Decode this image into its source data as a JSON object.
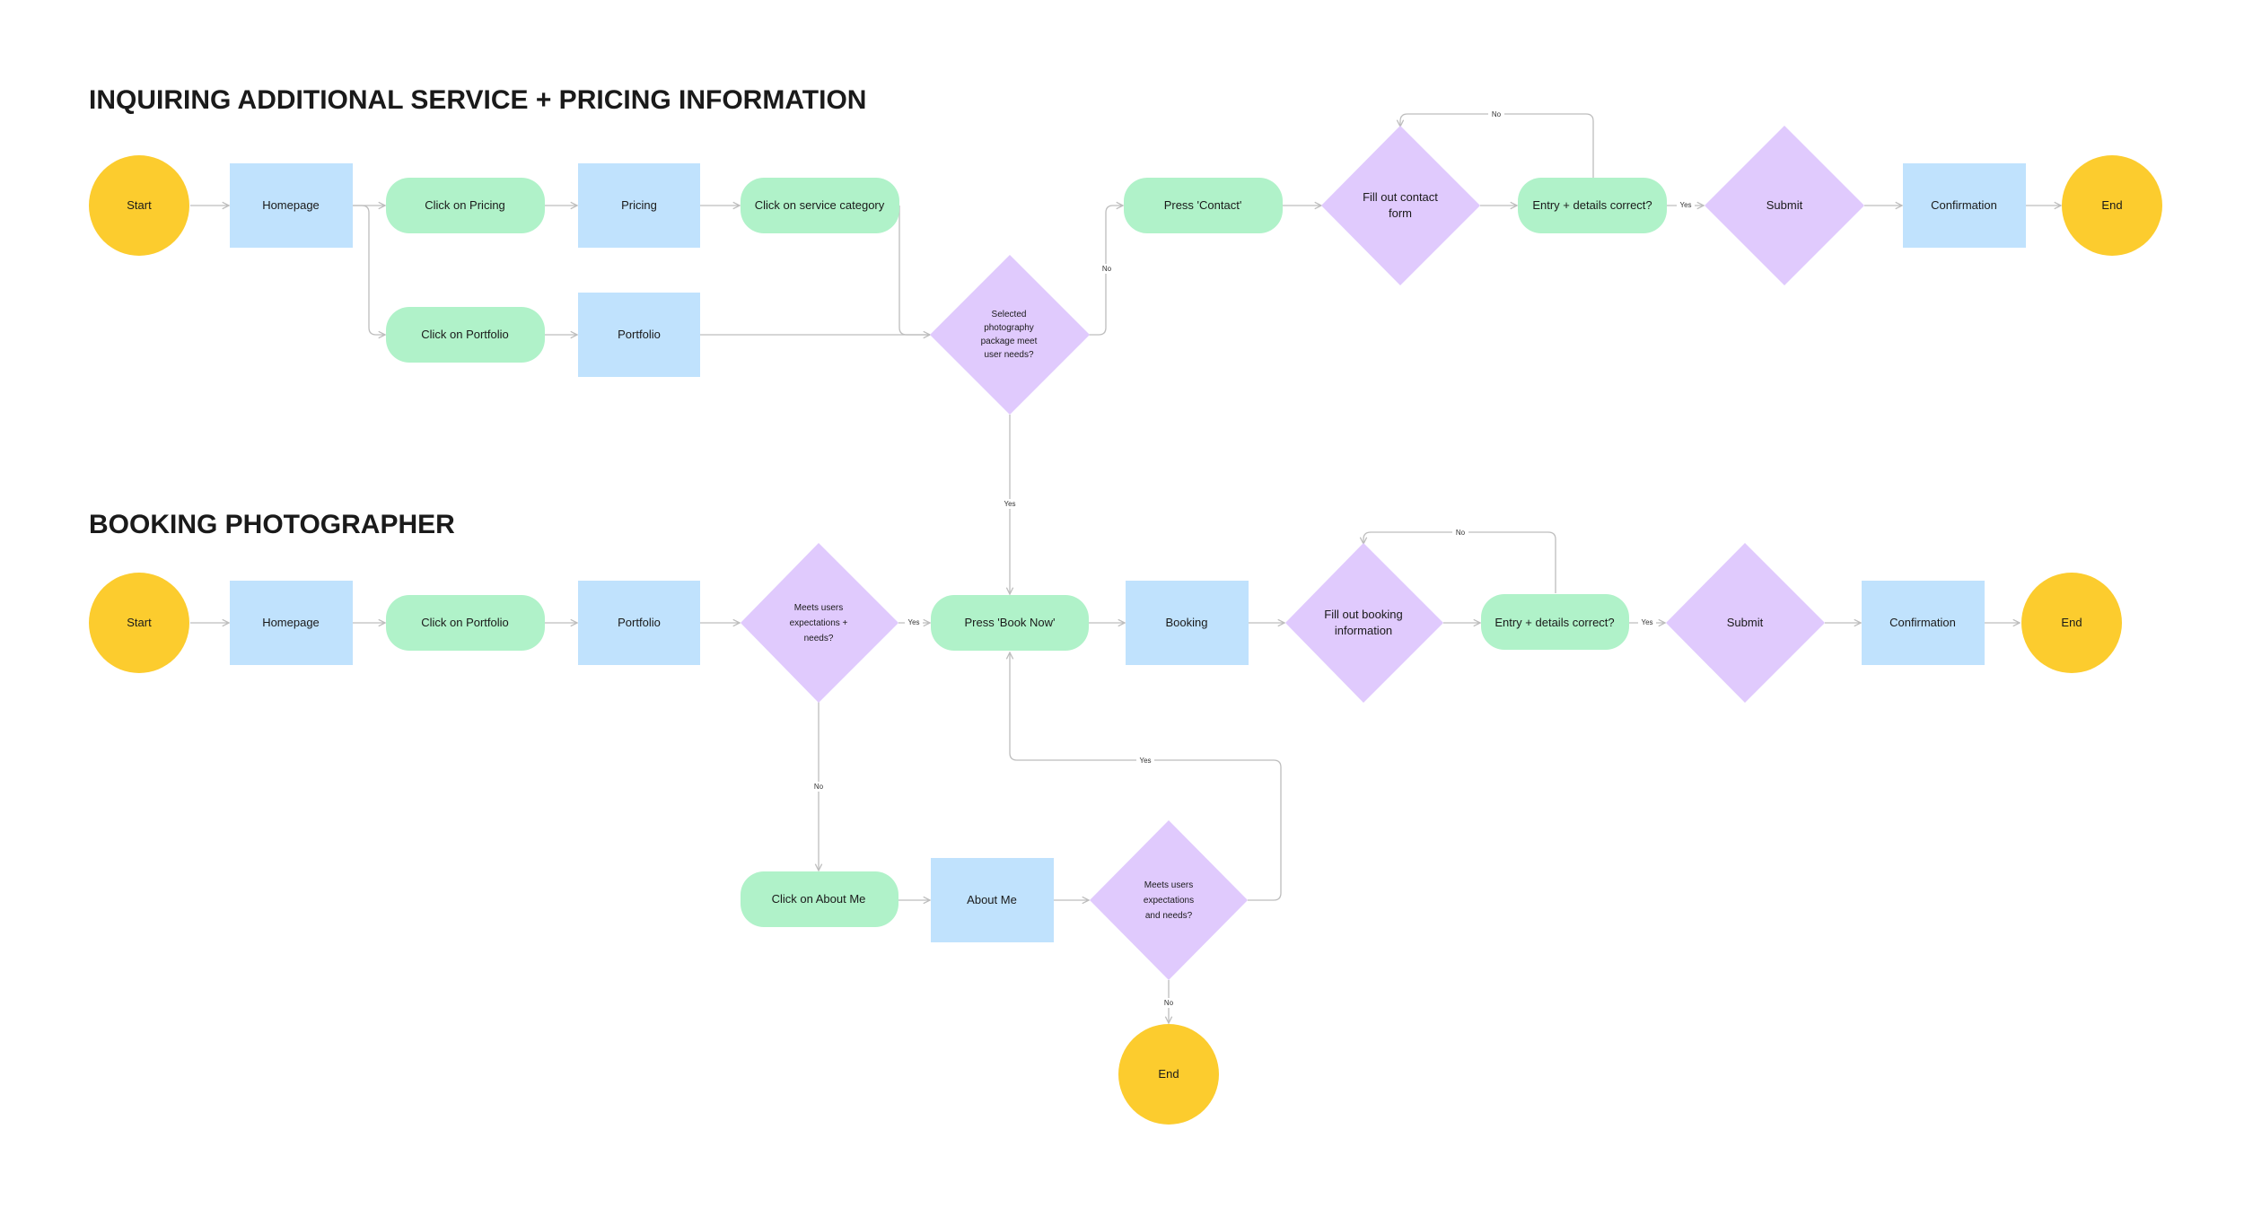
{
  "colors": {
    "terminal": "#fccc2e",
    "page": "#c0e2fd",
    "action": "#b0f2c9",
    "decision": "#e0cafd",
    "edge": "#bdbdbd",
    "text": "#1a1a1a"
  },
  "sections": {
    "inquiring": {
      "title": "INQUIRING ADDITIONAL SERVICE + PRICING INFORMATION"
    },
    "booking": {
      "title": "BOOKING PHOTOGRAPHER"
    }
  },
  "nodes": {
    "f1_start": "Start",
    "f1_homepage": "Homepage",
    "f1_click_pricing": "Click on Pricing",
    "f1_pricing": "Pricing",
    "f1_click_service": "Click on service category",
    "f1_click_portfolio": "Click on Portfolio",
    "f1_portfolio": "Portfolio",
    "f1_package_decision": [
      "Selected",
      "photography",
      "package meet",
      "user needs?"
    ],
    "f1_press_contact": "Press 'Contact'",
    "f1_contact_form": [
      "Fill out contact",
      "form"
    ],
    "f1_entry_correct": "Entry + details correct?",
    "f1_submit": "Submit",
    "f1_confirmation": "Confirmation",
    "f1_end": "End",
    "f2_start": "Start",
    "f2_homepage": "Homepage",
    "f2_click_portfolio": "Click on Portfolio",
    "f2_portfolio": "Portfolio",
    "f2_expectations_decision": [
      "Meets users",
      "expectations +",
      "needs?"
    ],
    "f2_book_now": "Press 'Book Now'",
    "f2_booking": "Booking",
    "f2_booking_form": [
      "Fill out booking",
      "information"
    ],
    "f2_entry_correct": "Entry + details correct?",
    "f2_submit": "Submit",
    "f2_confirmation": "Confirmation",
    "f2_end": "End",
    "f2_click_about": "Click on About Me",
    "f2_about": "About Me",
    "f2_about_decision": [
      "Meets users",
      "expectations",
      "and needs?"
    ],
    "f2_end_about": "End"
  },
  "edge_labels": {
    "yes": "Yes",
    "no": "No"
  }
}
